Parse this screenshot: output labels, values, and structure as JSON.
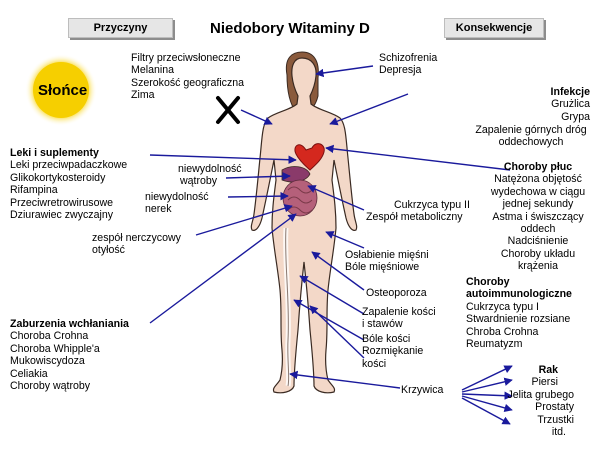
{
  "header": {
    "title": "Niedobory Witaminy D",
    "causes_tag": "Przyczyny",
    "consequences_tag": "Konsekwencje"
  },
  "sun": {
    "label": "Słońce"
  },
  "causes": {
    "sun_factors": [
      "Filtry przeciwsłoneczne",
      "Melanina",
      "Szerokość geograficzna",
      "Zima"
    ],
    "drugs": {
      "heading": "Leki i suplementy",
      "items": [
        "Leki przeciwpadaczkowe",
        "Glikokortykosteroidy",
        "Rifampina",
        "Przeciwretrowirusowe",
        "Dziurawiec zwyczajny"
      ]
    },
    "liver_failure": [
      "niewydolność",
      "wątroby"
    ],
    "kidney_failure": [
      "niewydolność",
      "nerek"
    ],
    "nephrotic": [
      "zespół nerczycowy",
      "otyłość"
    ],
    "malabsorption": {
      "heading": "Zaburzenia wchłaniania",
      "items": [
        "Choroba Crohna",
        "Choroba Whipple'a",
        "Mukowiscydoza",
        "Celiakia",
        "Choroby wątroby"
      ]
    }
  },
  "consequences": {
    "psych": [
      "Schizofrenia",
      "Depresja"
    ],
    "infections": {
      "heading": "Infekcje",
      "items": [
        "Grużlica",
        "Grypa",
        "Zapalenie górnych dróg",
        "oddechowych"
      ]
    },
    "lungs": {
      "heading": "Choroby płuc",
      "items": [
        "Natężona objętość",
        "wydechowa w ciągu",
        "jednej sekundy",
        "Astma i świszczący",
        "oddech",
        "Nadciśnienie",
        "Choroby układu",
        "krążenia"
      ]
    },
    "metabolic": [
      "Cukrzyca typu II",
      "Zespół metaboliczny"
    ],
    "muscle": [
      "Osłabienie mięśni",
      "Bóle mięśniowe"
    ],
    "autoimmune": {
      "heading": [
        "Choroby",
        "autoimmunologiczne"
      ],
      "items": [
        "Cukrzyca typu I",
        "Stwardnienie rozsiane",
        "Chroba Crohna",
        "Reumatyzm"
      ]
    },
    "bones": {
      "osteoporosis": "Osteoporoza",
      "joints": [
        "Zapalenie kości",
        "i stawów"
      ],
      "pain": [
        "Bóle kości",
        "Rozmiękanie",
        "kości"
      ],
      "rickets": "Krzywica"
    },
    "cancer": {
      "heading": "Rak",
      "items": [
        "Piersi",
        "Jelita grubego",
        "Prostaty",
        "Trzustki",
        "itd."
      ]
    }
  },
  "colors": {
    "arrow": "#1a1a9c",
    "sun": "#f8d000",
    "skin": "#f3d8c8",
    "outline": "#3a2a22",
    "heart": "#d4281e",
    "cross": "#000000"
  }
}
